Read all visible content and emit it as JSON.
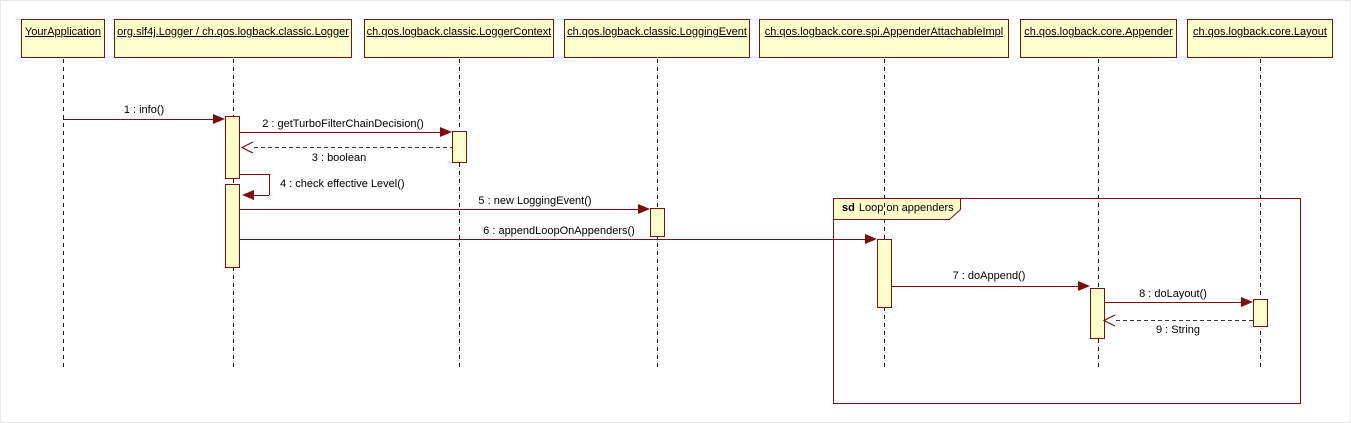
{
  "diagram_type": "uml-sequence-diagram",
  "colors": {
    "box_fill": "#FFFFCC",
    "box_border": "#7B1010",
    "arrow": "#7B0E0E",
    "lifeline": "#1A1A1A",
    "background": "#FFFFFF"
  },
  "lifelines": [
    {
      "name": "YourApplication"
    },
    {
      "name": "org.slf4j.Logger / ch.qos.logback.classic.Logger"
    },
    {
      "name": "ch.qos.logback.classic.LoggerContext"
    },
    {
      "name": "ch.qos.logback.classic.LoggingEvent"
    },
    {
      "name": "ch.qos.logback.core.spi.AppenderAttachableImpl"
    },
    {
      "name": "ch.qos.logback.core.Appender"
    },
    {
      "name": "ch.qos.logback.core.Layout"
    }
  ],
  "frame": {
    "operator": "sd",
    "label": "Loop on appenders"
  },
  "messages": [
    {
      "label": "1 : info()",
      "from": "YourApplication",
      "to": "org.slf4j.Logger / ch.qos.logback.classic.Logger",
      "type": "sync"
    },
    {
      "label": "2 : getTurboFilterChainDecision()",
      "from": "org.slf4j.Logger / ch.qos.logback.classic.Logger",
      "to": "ch.qos.logback.classic.LoggerContext",
      "type": "sync"
    },
    {
      "label": "3 : boolean",
      "from": "ch.qos.logback.classic.LoggerContext",
      "to": "org.slf4j.Logger / ch.qos.logback.classic.Logger",
      "type": "return"
    },
    {
      "label": "4 : check effective Level()",
      "from": "org.slf4j.Logger / ch.qos.logback.classic.Logger",
      "to": "org.slf4j.Logger / ch.qos.logback.classic.Logger",
      "type": "self"
    },
    {
      "label": "5 : new LoggingEvent()",
      "from": "org.slf4j.Logger / ch.qos.logback.classic.Logger",
      "to": "ch.qos.logback.classic.LoggingEvent",
      "type": "sync"
    },
    {
      "label": "6 : appendLoopOnAppenders()",
      "from": "org.slf4j.Logger / ch.qos.logback.classic.Logger",
      "to": "ch.qos.logback.core.spi.AppenderAttachableImpl",
      "type": "sync"
    },
    {
      "label": "7 : doAppend()",
      "from": "ch.qos.logback.core.spi.AppenderAttachableImpl",
      "to": "ch.qos.logback.core.Appender",
      "type": "sync"
    },
    {
      "label": "8 : doLayout()",
      "from": "ch.qos.logback.core.Appender",
      "to": "ch.qos.logback.core.Layout",
      "type": "sync"
    },
    {
      "label": "9 : String",
      "from": "ch.qos.logback.core.Layout",
      "to": "ch.qos.logback.core.Appender",
      "type": "return"
    }
  ]
}
